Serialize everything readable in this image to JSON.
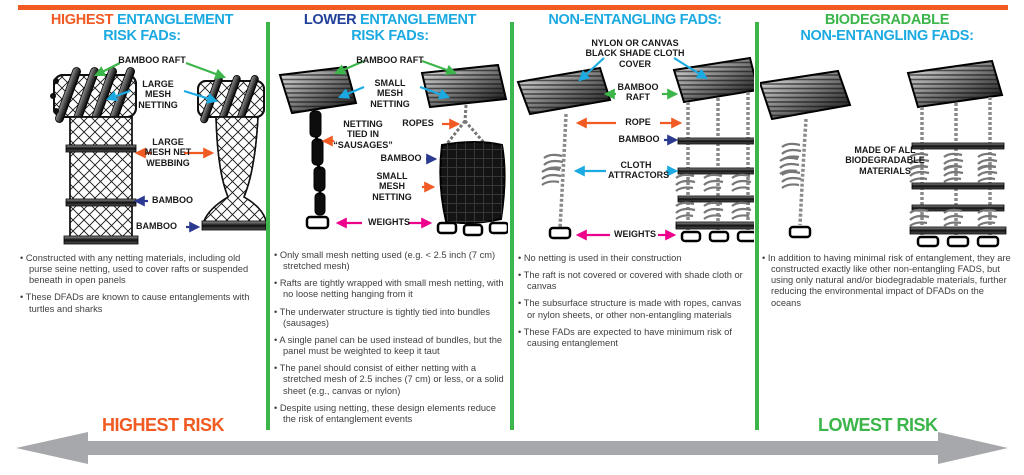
{
  "palette": {
    "orange": "#F15A22",
    "cyan": "#1BAAE1",
    "navy": "#21409A",
    "green": "#3CB54A",
    "blue_arrow": "#2B3990",
    "magenta": "#EC008C",
    "gray_arrow": "#A6A8AB",
    "body_text": "#404041"
  },
  "panels": [
    {
      "name": "highest-entanglement-risk-fads",
      "title": {
        "accent": "HIGHEST",
        "rest": "ENTANGLEMENT",
        "line2": "RISK FADs:"
      },
      "labels": {
        "bamboo_raft": "BAMBOO RAFT",
        "large_mesh_netting": "LARGE\nMESH\nNETTING",
        "large_mesh_net_webbing": "LARGE\nMESH NET\nWEBBING",
        "bamboo_upper": "BAMBOO",
        "bamboo_lower": "BAMBOO"
      },
      "bullets": [
        "Constructed with any netting materials, including old purse seine netting, used to cover rafts or suspended beneath in open panels",
        "These DFADs are known to cause entanglements with turtles and sharks"
      ]
    },
    {
      "name": "lower-entanglement-risk-fads",
      "title": {
        "accent": "LOWER",
        "rest": "ENTANGLEMENT",
        "line2": "RISK FADs:"
      },
      "labels": {
        "bamboo_raft": "BAMBOO RAFT",
        "small_mesh_netting": "SMALL\nMESH\nNETTING",
        "netting_sausages": "NETTING\nTIED IN\n“SAUSAGES”",
        "ropes": "ROPES",
        "bamboo": "BAMBOO",
        "small_mesh_netting_2": "SMALL\nMESH\nNETTING",
        "weights": "WEIGHTS"
      },
      "bullets": [
        "Only small mesh netting used (e.g. < 2.5 inch (7 cm) stretched mesh)",
        "Rafts are tightly wrapped with small mesh netting, with no loose netting hanging from it",
        "The underwater structure is tightly tied into bundles (sausages)",
        "A single panel can be used instead of bundles, but the panel must be weighted to keep it taut",
        "The panel should consist of either netting with a stretched mesh of 2.5 inches (7 cm) or less, or a solid sheet (e.g., canvas or nylon)",
        "Despite using netting, these design elements reduce the risk of entanglement events"
      ]
    },
    {
      "name": "non-entangling-fads",
      "title": {
        "line1": "NON-ENTANGLING FADS:"
      },
      "labels": {
        "shade_cover": "NYLON OR CANVAS\nBLACK SHADE CLOTH\nCOVER",
        "bamboo_raft": "BAMBOO\nRAFT",
        "rope": "ROPE",
        "bamboo": "BAMBOO",
        "cloth_attractors": "CLOTH\nATTRACTORS",
        "weights": "WEIGHTS"
      },
      "bullets": [
        "No netting is used in their construction",
        "The raft is not covered or covered with shade cloth or canvas",
        "The subsurface structure is made with ropes, canvas or nylon sheets, or other non-entangling materials",
        "These FADs are expected to have minimum risk of causing entanglement"
      ]
    },
    {
      "name": "biodegradable-non-entangling-fads",
      "title": {
        "line1": "BIODEGRADABLE",
        "line2": "NON-ENTANGLING FADS:"
      },
      "labels": {
        "made_of": "MADE OF ALL\nBIODEGRADABLE\nMATERIALS"
      },
      "bullets": [
        "In addition to having minimal risk of entanglement, they are constructed exactly like other non-entangling FADS, but using only natural and/or biodegradable materials, further reducing the environmental impact of DFADs on the oceans"
      ]
    }
  ],
  "risk_scale": {
    "left_label": "HIGHEST RISK",
    "right_label": "LOWEST RISK"
  }
}
